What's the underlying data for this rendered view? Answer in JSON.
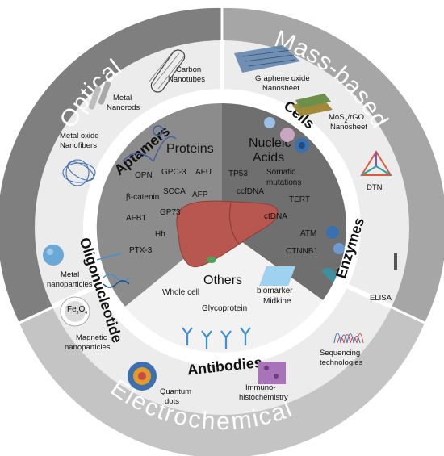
{
  "outer_ring": {
    "optical": "Optical",
    "mass_based": "Mass-based",
    "electrochemical": "Electrochemical"
  },
  "middle_ring": {
    "aptamers": "Aptamers",
    "cells": "Cells",
    "enzymes": "Enzymes",
    "antibodies": "Antibodies",
    "oligonucleotide": "Oligonucleotide"
  },
  "platforms": {
    "carbon_nanotubes": [
      "Carbon",
      "Nanotubes"
    ],
    "metal_nanorods": [
      "Metal",
      "Nanorods"
    ],
    "metal_oxide_nanofibers": [
      "Metal oxide",
      "Nanofibers"
    ],
    "graphene_oxide": [
      "Graphene oxide",
      "Nanosheet"
    ],
    "mos2": [
      "MoS",
      "2",
      "/rGO",
      "Nanosheet"
    ],
    "dtn": "DTN",
    "elisa": "ELISA",
    "sequencing": [
      "Sequencing",
      "technologies"
    ],
    "ihc": [
      "Immuno-",
      "histochemistry"
    ],
    "quantum_dots": [
      "Quantum",
      "dots"
    ],
    "magnetic_np": [
      "Magnetic",
      "nanoparticles"
    ],
    "fe3o4": [
      "Fe",
      "3",
      "O",
      "4"
    ],
    "metal_np": [
      "Metal",
      "nanoparticles"
    ]
  },
  "core": {
    "proteins": {
      "title": "Proteins",
      "items": [
        "OPN",
        "GPC-3",
        "AFU",
        "SCCA",
        "AFP",
        "β-catenin",
        "GP73",
        "AFB1",
        "Hh",
        "PTX-3"
      ]
    },
    "nucleic_acids": {
      "title": [
        "Nucleic",
        "Acids"
      ],
      "items": [
        "TP53",
        "Somatic",
        "mutations",
        "ccfDNA",
        "TERT",
        "ctDNA",
        "ATM",
        "CTNNB1"
      ]
    },
    "others": {
      "title": "Others",
      "items": [
        "Whole cell",
        "biomarker",
        "Midkine",
        "Glycoprotein"
      ]
    }
  },
  "colors": {
    "outer_left": "#7f7f7f",
    "outer_right": "#a9a9a9",
    "outer_bottom": "#c4c4c4",
    "panel": "#ececec",
    "middle_ring": "#ffffff",
    "core_proteins": "#8c8c8c",
    "core_nucleic": "#6d6d6d",
    "core_others": "#f2f2f2",
    "liver": "#b7574f",
    "accent_blue": "#3e8fd4"
  }
}
